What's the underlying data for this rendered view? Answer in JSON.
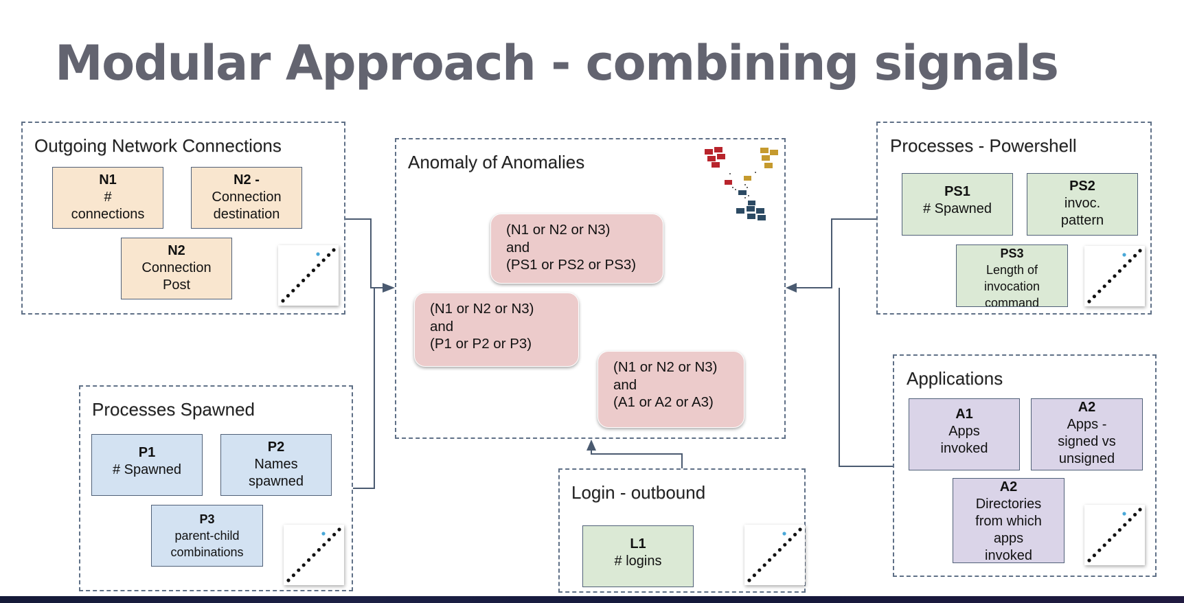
{
  "title": "Modular Approach - combining signals",
  "groups": {
    "network": {
      "title": "Outgoing Network Connections",
      "boxes": [
        {
          "id": "N1",
          "label": "N1",
          "lines": [
            "#",
            "connections"
          ]
        },
        {
          "id": "N2a",
          "label": "N2 -",
          "lines": [
            "Connection",
            "destination"
          ]
        },
        {
          "id": "N2b",
          "label": "N2",
          "lines": [
            "Connection",
            "Post"
          ]
        }
      ]
    },
    "anomaly": {
      "title": "Anomaly of Anomalies",
      "rules": [
        [
          "(N1 or N2 or N3)",
          "and",
          "(PS1 or PS2 or PS3)"
        ],
        [
          "(N1 or N2 or N3)",
          "and",
          "(P1 or P2 or P3)"
        ],
        [
          "(N1 or N2 or N3)",
          "and",
          "(A1 or A2 or A3)"
        ]
      ]
    },
    "powershell": {
      "title": "Processes - Powershell",
      "boxes": [
        {
          "id": "PS1",
          "label": "PS1",
          "lines": [
            "# Spawned"
          ]
        },
        {
          "id": "PS2",
          "label": "PS2",
          "lines": [
            "invoc.",
            "pattern"
          ]
        },
        {
          "id": "PS3",
          "label": "PS3",
          "lines": [
            "Length of",
            "invocation",
            "command"
          ]
        }
      ]
    },
    "spawned": {
      "title": "Processes Spawned",
      "boxes": [
        {
          "id": "P1",
          "label": "P1",
          "lines": [
            "# Spawned"
          ]
        },
        {
          "id": "P2",
          "label": "P2",
          "lines": [
            "Names",
            "spawned"
          ]
        },
        {
          "id": "P3",
          "label": "P3",
          "lines": [
            "parent-child",
            "combinations"
          ]
        }
      ]
    },
    "login": {
      "title": "Login - outbound",
      "boxes": [
        {
          "id": "L1",
          "label": "L1",
          "lines": [
            "# logins"
          ]
        }
      ]
    },
    "applications": {
      "title": "Applications",
      "boxes": [
        {
          "id": "A1",
          "label": "A1",
          "lines": [
            "Apps",
            "invoked"
          ]
        },
        {
          "id": "A2a",
          "label": "A2",
          "lines": [
            "Apps -",
            "signed vs",
            "unsigned"
          ]
        },
        {
          "id": "A2b",
          "label": "A2",
          "lines": [
            "Directories",
            "from which",
            "apps",
            "invoked"
          ]
        }
      ]
    }
  },
  "colors": {
    "network": "#f9e6cf",
    "powershell": "#dbe9d5",
    "spawned": "#d3e2f2",
    "login": "#dbe9d5",
    "applications": "#dad4e8",
    "rule": "#eccbcb",
    "border": "#5e6f86",
    "title": "#636470"
  }
}
